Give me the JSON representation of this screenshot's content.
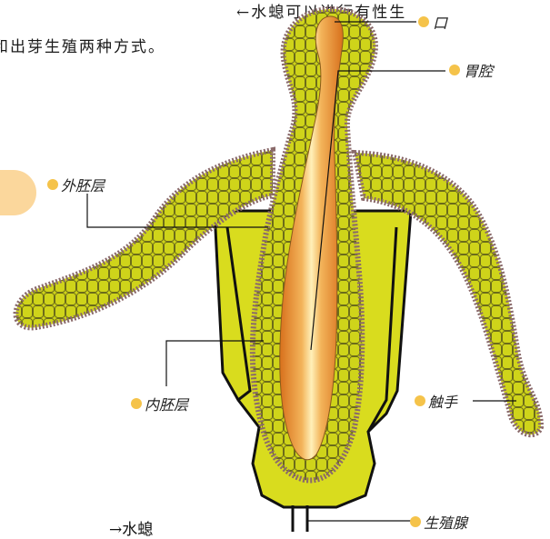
{
  "text": {
    "line1": "←水螅可以进行有性生",
    "line2": "和出芽生殖两种方式。"
  },
  "labels": {
    "mouth": "口",
    "gastric_cavity": "胃腔",
    "ectoderm": "外胚层",
    "endoderm": "内胚层",
    "tentacle": "触手",
    "gonad": "生殖腺"
  },
  "caption": "→水螅",
  "colors": {
    "dot": "#f5c34a",
    "ectoderm_fill": "#cfd41a",
    "cell_outline": "#5a5a1a",
    "bristle": "#8a6a6a",
    "cavity_core": "#ffe9a8",
    "cavity_edge": "#d86a18",
    "body_fill": "#d9dc1e",
    "tab": "#fbd79c"
  },
  "icons": [
    "label-dot-icon"
  ]
}
